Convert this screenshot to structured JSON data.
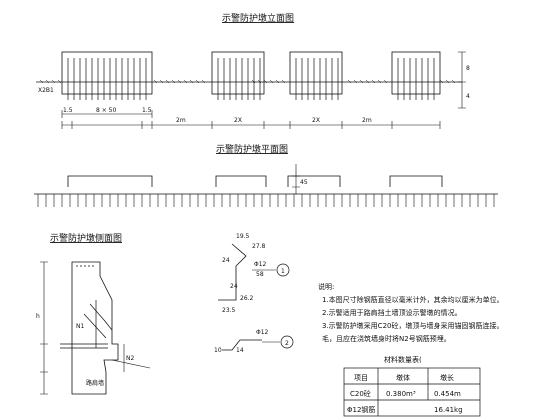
{
  "elevation": {
    "title": "示警防护墩立面图",
    "left_label": "X2B1",
    "dims": [
      "1.5",
      "8 × 50",
      "1.5",
      "2m",
      "2X",
      "2X",
      "2m"
    ],
    "right_dims": [
      "8",
      "4"
    ]
  },
  "plan": {
    "title": "示警防护墩平面图",
    "right_dim": "45"
  },
  "side": {
    "title": "示警防护墩侧面图",
    "dims": [
      "h",
      "N1",
      "N2",
      "路肩墙"
    ]
  },
  "rebar": {
    "n1": {
      "num": "1",
      "dims": [
        "19.5",
        "27.8",
        "24",
        "Φ12",
        "58",
        "26.2",
        "23.5",
        "24"
      ]
    },
    "n2": {
      "num": "2",
      "dims": [
        "Φ12",
        "10",
        "14"
      ]
    }
  },
  "notes": {
    "heading": "说明:",
    "items": [
      "1.本图尺寸除钢筋直径以毫米计外，其余均以厘米为单位。",
      "2.示警适用于路肩挡土墙顶设示警墩的情况。",
      "3.示警防护墩采用C20砼，墩顶与墙身采用锚固钢筋连接。",
      "毛，且应在浇筑墙身时将N2号钢筋预埋。"
    ]
  },
  "table": {
    "title": "材料数量表(",
    "headers": [
      "项目",
      "墩体",
      "墩长"
    ],
    "rows": [
      [
        "C20砼",
        "0.380m³",
        "0.454m"
      ],
      [
        "Φ12钢筋",
        "",
        "16.41kg"
      ]
    ]
  }
}
